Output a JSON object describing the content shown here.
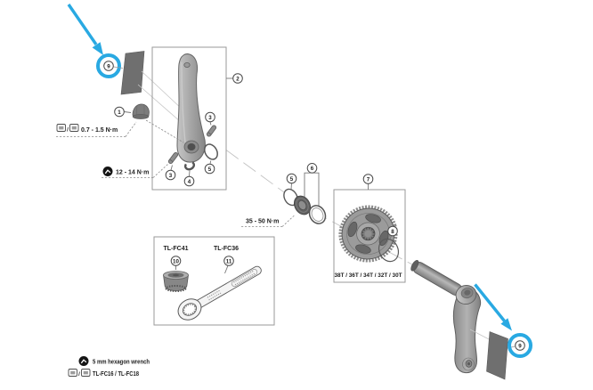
{
  "callouts": {
    "n1": "1",
    "n2": "2",
    "n3": "3",
    "n4": "4",
    "n5": "5",
    "n6": "6",
    "n7": "7",
    "n8": "8",
    "n9": "9",
    "n10": "10",
    "n11": "11"
  },
  "torque": {
    "cap": "0.7 - 1.5 N·m",
    "crank_bolts": "12 - 14 N·m",
    "lockring": "35 - 50 N·m"
  },
  "tools": {
    "box_left": "TL-FC41",
    "box_right": "TL-FC36"
  },
  "chainring": {
    "sizes": "38T / 36T / 34T / 32T / 30T"
  },
  "legend": {
    "hex_wrench": "5 mm hexagon wrench",
    "preload_tools": "TL-FC16 / TL-FC18"
  },
  "separators": {
    "slash": "/"
  },
  "colors": {
    "highlight": "#29A9E2",
    "sticker": "#6F6F6F"
  }
}
